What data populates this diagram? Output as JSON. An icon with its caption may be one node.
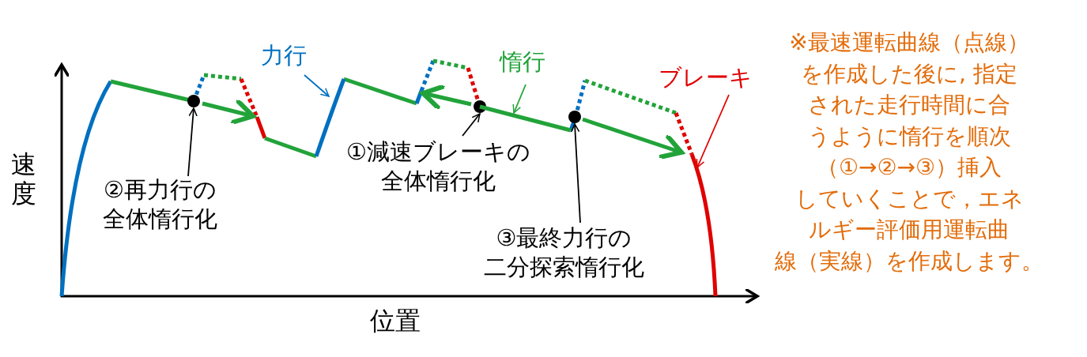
{
  "diagram": {
    "nodes": [
      {
        "text": [
          "②再力行の全体惰行化"
        ]
      },
      {
        "text": [
          "①減速ブレーキの全体惰行化"
        ]
      },
      {
        "text": [
          "③最終力行の二分探索惰行化"
        ]
      },
      {
        "text": [
          "力行"
        ]
      },
      {
        "text": [
          "惰行"
        ]
      },
      {
        "text": [
          "ブレーキ"
        ]
      },
      {
        "text": [],
        "shape": "circle"
      },
      {
        "text": [],
        "shape": "circle"
      },
      {
        "text": [],
        "shape": "circle"
      },
      {
        "text": [],
        "shape": "line"
      },
      {
        "text": [],
        "shape": "line"
      },
      {
        "text": [],
        "shape": "line"
      }
    ],
    "edges": [
      {
        "from": 0,
        "to": 6,
        "arrow": "to"
      },
      {
        "from": 1,
        "to": 7,
        "arrow": "to"
      },
      {
        "from": 2,
        "to": 8,
        "arrow": "to"
      },
      {
        "from": 3,
        "to": 9,
        "arrow": "to",
        "color": "#0070c0"
      },
      {
        "from": 4,
        "to": 10,
        "arrow": "to",
        "color": "#22a33a"
      },
      {
        "from": 5,
        "to": 11,
        "arrow": "to",
        "color": "#e00000"
      },
      {
        "from": 8,
        "to": 11,
        "arrow": "to",
        "style": "thick",
        "color": "#22a33a"
      }
    ],
    "labels": [
      "速度",
      "位置",
      "※最速運転曲線（点線）を作成した後に, 指定された走行時間に合うように惰行を順次（①→②→③）挿入していくことで，エネルギー評価用運転曲線（実線）を作成します。"
    ]
  }
}
